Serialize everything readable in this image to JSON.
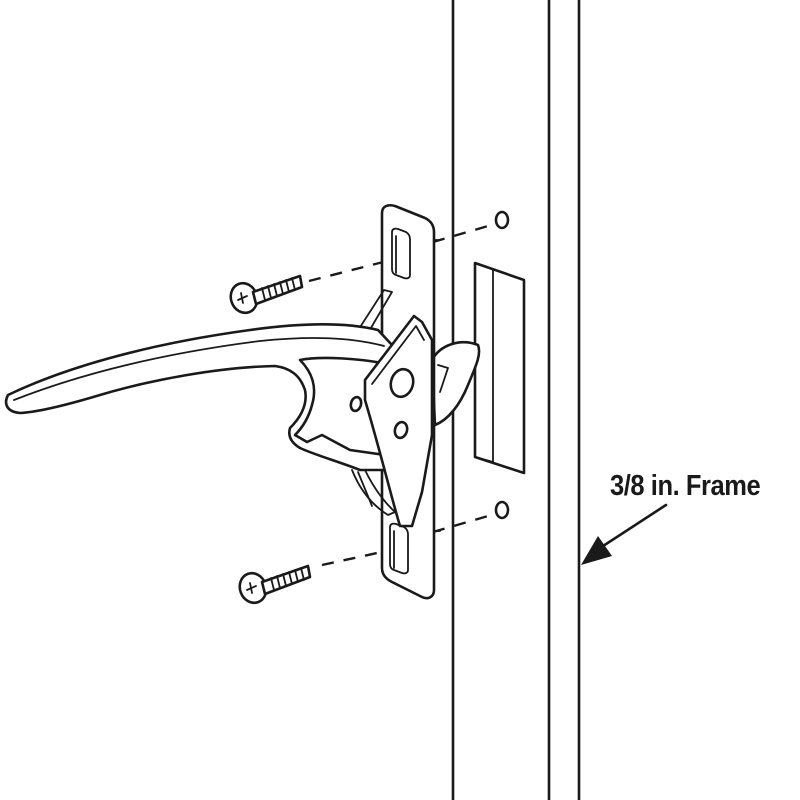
{
  "diagram": {
    "type": "installation-diagram",
    "subject": "Window / door handle latch mounting onto frame",
    "callout": {
      "label": "3/8 in. Frame",
      "points_to": "frame-edge-line"
    },
    "components": [
      {
        "name": "handle-lever",
        "description": "Curved lever handle"
      },
      {
        "name": "mounting-plate",
        "description": "Vertical latch plate with two slotted screw holes"
      },
      {
        "name": "latch-cam",
        "description": "Cam/hook engaging keeper"
      },
      {
        "name": "keeper-recess",
        "description": "Rectangular keeper pocket in frame"
      },
      {
        "name": "screw-top",
        "description": "Phillips screw, upper"
      },
      {
        "name": "screw-bottom",
        "description": "Phillips screw, lower"
      },
      {
        "name": "pilot-hole-top",
        "description": "Upper pilot hole in frame"
      },
      {
        "name": "pilot-hole-bottom",
        "description": "Lower pilot hole in frame"
      }
    ],
    "colors": {
      "line": "#1a1a1a",
      "background": "#ffffff"
    }
  }
}
